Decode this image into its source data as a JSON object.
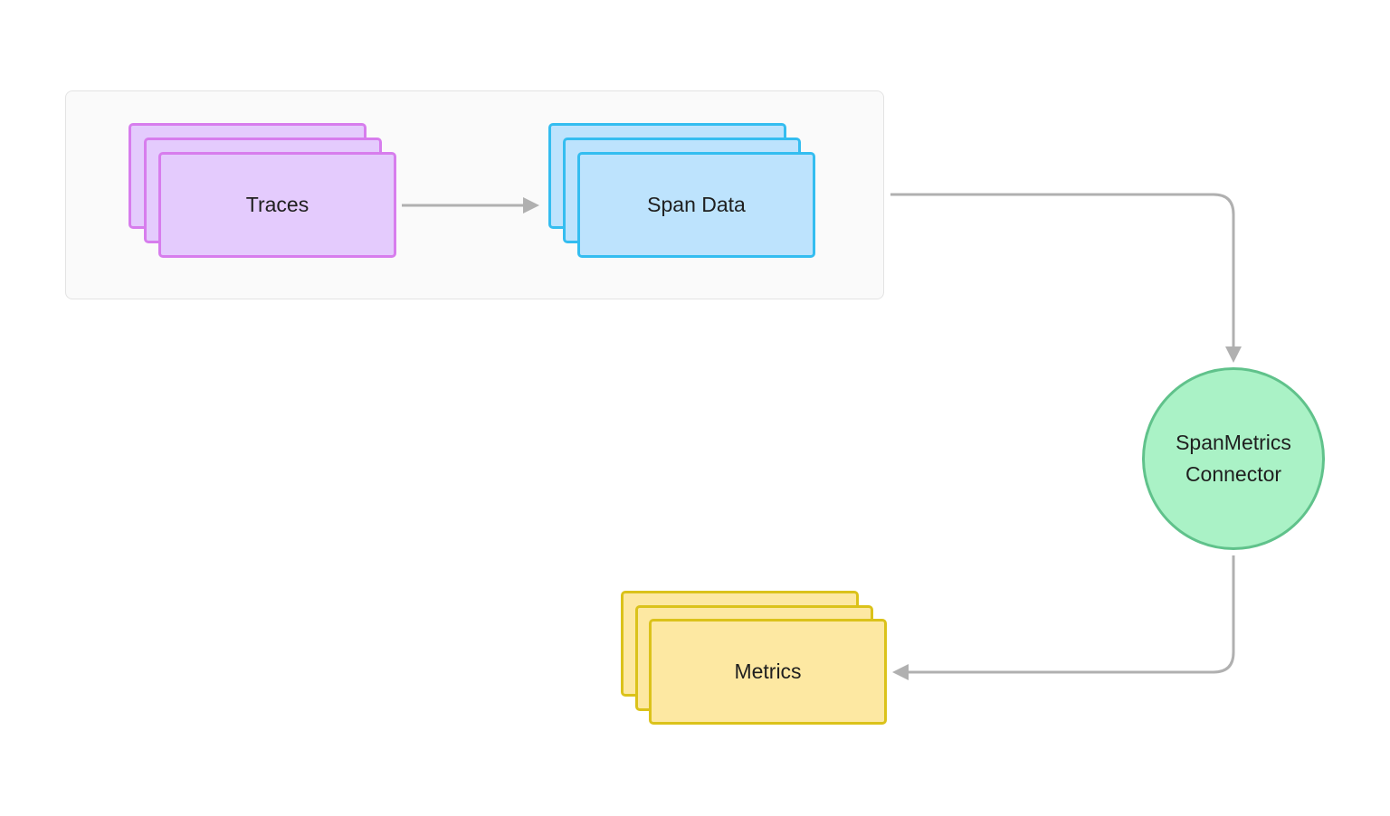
{
  "nodes": {
    "traces": {
      "label": "Traces"
    },
    "span_data": {
      "label": "Span Data"
    },
    "connector": {
      "line1": "SpanMetrics",
      "line2": "Connector"
    },
    "metrics": {
      "label": "Metrics"
    }
  },
  "colors": {
    "traces_fill": "#e4cbfd",
    "traces_stroke": "#d77ded",
    "span_fill": "#bde3fd",
    "span_stroke": "#34bdf0",
    "connector_fill": "#aaf2c6",
    "connector_stroke": "#60c28b",
    "metrics_fill": "#fde8a2",
    "metrics_stroke": "#dbc21a",
    "edge": "#b0b0b0"
  },
  "edges": [
    {
      "from": "traces",
      "to": "span_data"
    },
    {
      "from": "span_data",
      "to": "connector"
    },
    {
      "from": "connector",
      "to": "metrics"
    }
  ]
}
